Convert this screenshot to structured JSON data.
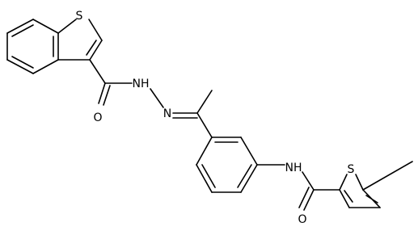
{
  "atom_labels": {
    "s_benzothiophene": "S",
    "nh_hydrazide": "NH",
    "n_hydrazone": "N",
    "o_hydrazide": "O",
    "nh_amide": "NH",
    "o_amide": "O",
    "s_thiophene": "S"
  },
  "colors": {
    "bond": "#000000",
    "label": "#000000",
    "background": "#ffffff"
  }
}
